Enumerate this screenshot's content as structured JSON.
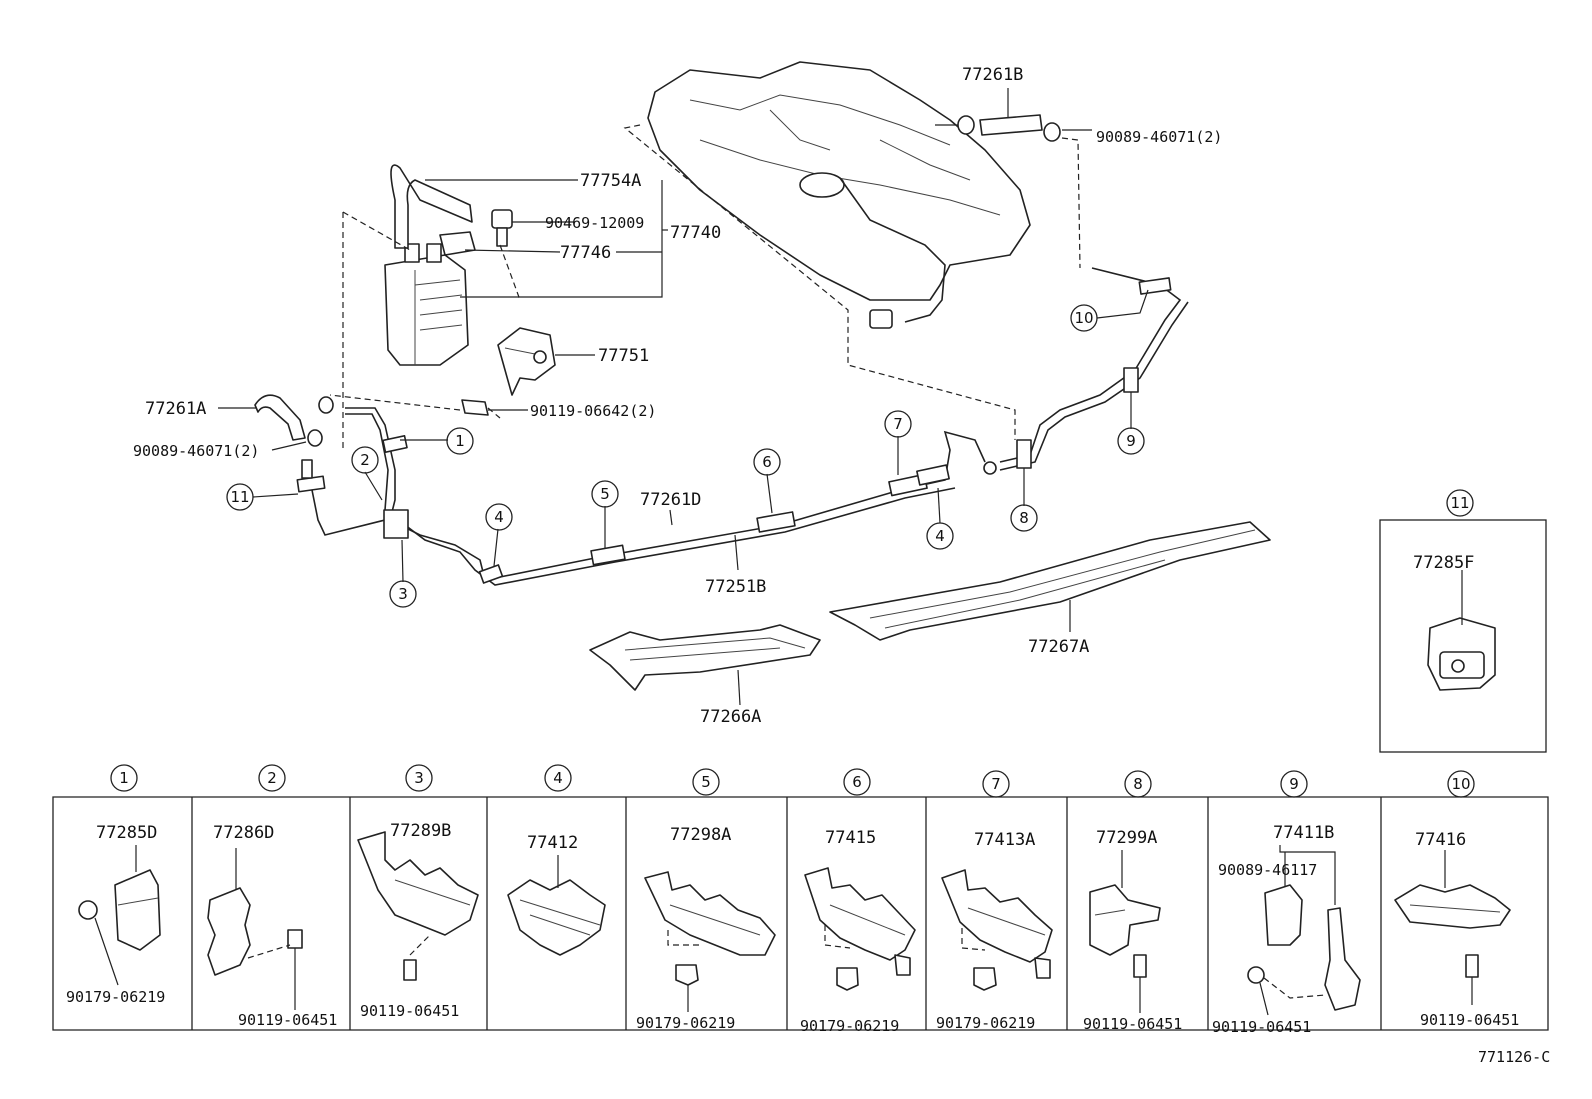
{
  "top_labels": {
    "hose_upper": "77261B",
    "clamp_upper": "90089-46071(2)",
    "hose_canister": "77754A",
    "valve": "90469-12009",
    "canister_assy": "77740",
    "bracket_valve": "77746",
    "canister_bracket": "77751",
    "hose_left": "77261A",
    "bolt_canister": "90119-06642(2)",
    "clamp_left": "90089-46071(2)",
    "tube_main": "77261D",
    "tube_lower": "77251B",
    "protector_right": "77267A",
    "protector_left": "77266A",
    "clamp11_part": "77285F"
  },
  "callouts": [
    "1",
    "2",
    "3",
    "4",
    "5",
    "6",
    "7",
    "4",
    "8",
    "9",
    "10",
    "11",
    "11"
  ],
  "clamp_panels": [
    {
      "num": "1",
      "part": "77285D",
      "fastener": "90179-06219"
    },
    {
      "num": "2",
      "part": "77286D",
      "fastener": "90119-06451"
    },
    {
      "num": "3",
      "part": "77289B",
      "fastener": "90119-06451"
    },
    {
      "num": "4",
      "part": "77412",
      "fastener": ""
    },
    {
      "num": "5",
      "part": "77298A",
      "fastener": "90179-06219"
    },
    {
      "num": "6",
      "part": "77415",
      "fastener": "90179-06219"
    },
    {
      "num": "7",
      "part": "77413A",
      "fastener": "90179-06219"
    },
    {
      "num": "8",
      "part": "77299A",
      "fastener": "90119-06451"
    },
    {
      "num": "9",
      "part": "77411B",
      "fastener": "90119-06451",
      "extra": "90089-46117"
    },
    {
      "num": "10",
      "part": "77416",
      "fastener": "90119-06451"
    }
  ],
  "figure_id": "771126-C"
}
